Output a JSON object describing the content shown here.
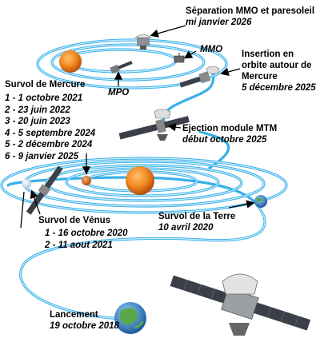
{
  "labels": {
    "separation_title": "Séparation MMO et paresoleil",
    "separation_date": "mi janvier 2026",
    "mmo": "MMO",
    "mpo": "MPO",
    "insertion_line1": "Insertion en",
    "insertion_line2": "orbite autour de",
    "insertion_line3": "Mercure",
    "insertion_date": "5 décembre 2025",
    "mercury_flybys_title": "Survol de Mercure",
    "mercury_flybys": [
      "1 - 1 octobre 2021",
      "2 - 23 juin 2022",
      "3 - 20 juin 2023",
      "4 - 5 septembre 2024",
      "5 - 2 décembre 2024",
      "6 - 9 janvier 2025"
    ],
    "mtm_title": "Ejection module MTM",
    "mtm_date": "début octobre 2025",
    "venus_title": "Survol de Vénus",
    "venus_flybys": [
      "1 - 16 octobre 2020",
      "2 - 11 aout 2021"
    ],
    "earth_flyby_title": "Survol de  la Terre",
    "earth_flyby_date": "10 avril 2020",
    "launch_title": "Lancement",
    "launch_date": "19 octobre 2018"
  },
  "colors": {
    "orbit": "#3ab0e8",
    "orbit_light": "#cdeeff",
    "sun": "#f28a22",
    "sun_dark": "#b84e0c",
    "mercury": "#d96e2a",
    "earth_ocean": "#2f7fc8",
    "earth_land": "#5aa84a",
    "panel": "#3a3f48",
    "text": "#000000"
  }
}
